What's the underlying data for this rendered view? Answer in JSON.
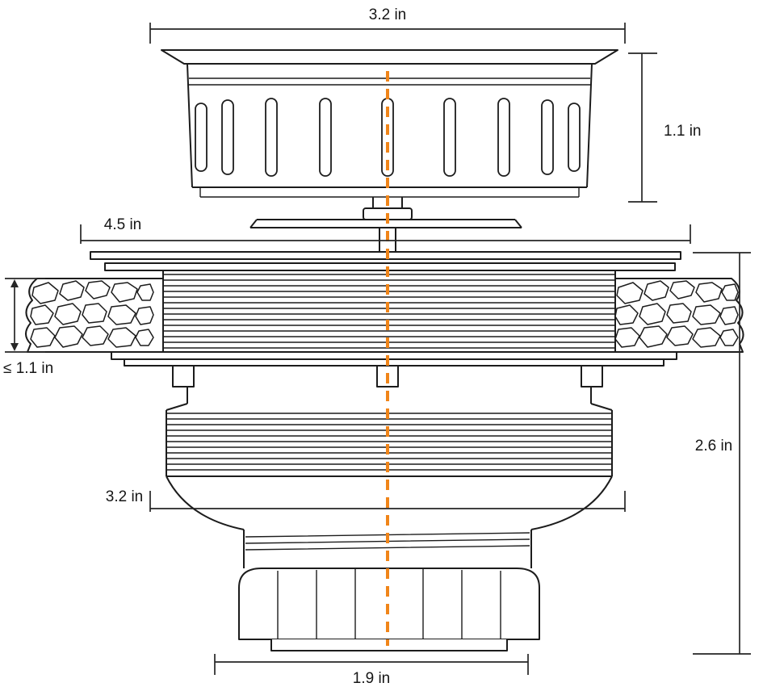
{
  "diagram": {
    "subject": "kitchen-sink-drain-strainer-assembly",
    "accent_color": "#f08519",
    "line_color": "#1c1c1c",
    "dimensions": {
      "top_width": "3.2 in",
      "basket_height": "1.1 in",
      "flange_width": "4.5 in",
      "max_deck_thickness": "≤ 1.1 in",
      "body_height": "2.6 in",
      "body_width": "3.2 in",
      "outlet_width": "1.9 in"
    }
  }
}
